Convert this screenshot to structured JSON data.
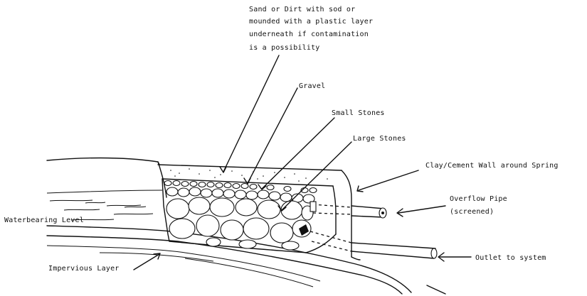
{
  "labels": {
    "sand_line1": "Sand or Dirt with sod or",
    "sand_line2": "mounded with a plastic layer",
    "sand_line3": "underneath if contamination",
    "sand_line4": "is a possibility",
    "gravel": "Gravel",
    "small_stones": "Small Stones",
    "large_stones": "Large Stones",
    "clay_wall": "Clay/Cement Wall around Spring",
    "overflow_line1": "Overflow Pipe",
    "overflow_line2": "(screened)",
    "waterbearing": "Waterbearing Level",
    "impervious": "Impervious Layer",
    "outlet": "Outlet to system"
  },
  "colors": {
    "ink": "#111111",
    "paper": "#ffffff"
  }
}
